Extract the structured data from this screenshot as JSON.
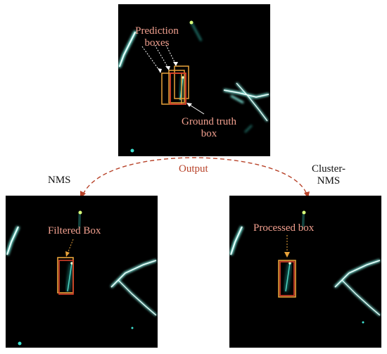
{
  "colors": {
    "annotation_text": "#f2a08f",
    "annotation_arrow": "#e8a23a",
    "output_arrow": "#b8432a",
    "prediction_box": "#e8a23a",
    "ground_truth_box": "#d9402a",
    "panel_background": "#000000",
    "streak": "#36c6b4"
  },
  "top_panel": {
    "prediction_label": [
      "Prediction",
      "boxes"
    ],
    "ground_truth_label": [
      "Ground truth",
      "box"
    ]
  },
  "output_label": "Output",
  "left_panel": {
    "method": "NMS",
    "box_label": "Filtered Box"
  },
  "right_panel": {
    "method": [
      "Cluster-",
      "NMS"
    ],
    "box_label": "Processed box"
  }
}
